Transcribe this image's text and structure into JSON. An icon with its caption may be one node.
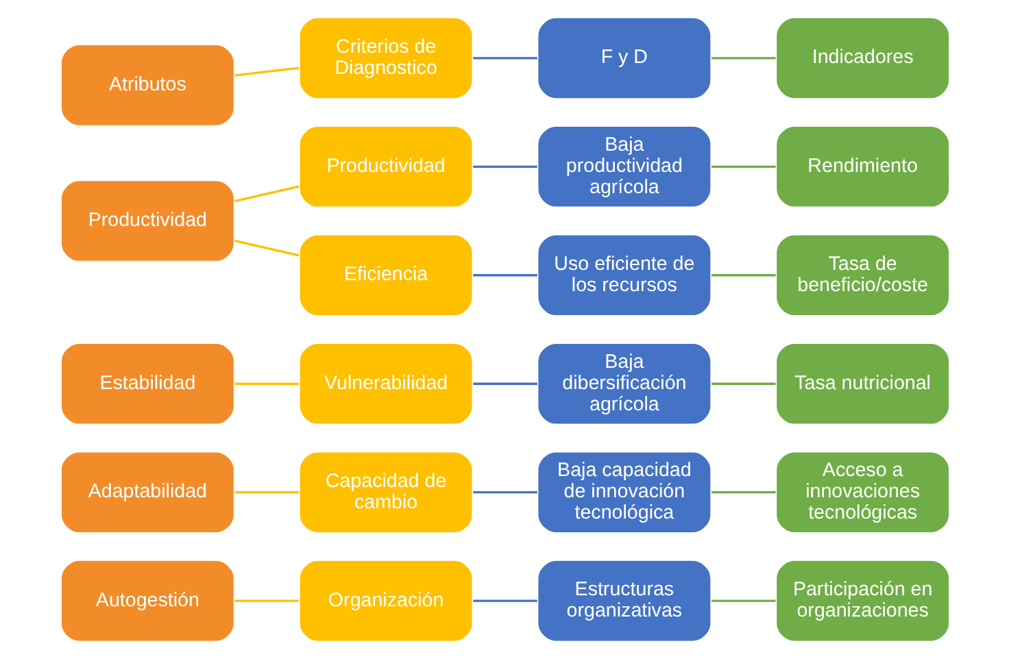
{
  "diagram": {
    "nodes": [
      {
        "text": [
          "Atributos"
        ]
      },
      {
        "text": [
          "Criterios de Diagnostico"
        ]
      },
      {
        "text": [
          "F y D"
        ]
      },
      {
        "text": [
          "Indicadores"
        ]
      },
      {
        "text": [
          "Productividad"
        ]
      },
      {
        "text": [
          "Productividad"
        ]
      },
      {
        "text": [
          "Baja productividad agrícola"
        ]
      },
      {
        "text": [
          "Rendimiento"
        ]
      },
      {
        "text": [
          "Eficiencia"
        ]
      },
      {
        "text": [
          "Uso eficiente de los recursos"
        ]
      },
      {
        "text": [
          "Tasa de beneficio/coste"
        ]
      },
      {
        "text": [
          "Estabilidad"
        ]
      },
      {
        "text": [
          "Vulnerabilidad"
        ]
      },
      {
        "text": [
          "Baja dibersificación agrícola"
        ]
      },
      {
        "text": [
          "Tasa nutricional"
        ]
      },
      {
        "text": [
          "Adaptabilidad"
        ]
      },
      {
        "text": [
          "Capacidad de cambio"
        ]
      },
      {
        "text": [
          "Baja capacidad de innovación tecnológica"
        ]
      },
      {
        "text": [
          "Acceso a innovaciones tecnológicas"
        ]
      },
      {
        "text": [
          "Autogestión"
        ]
      },
      {
        "text": [
          "Organización"
        ]
      },
      {
        "text": [
          "Estructuras organizativas"
        ]
      },
      {
        "text": [
          "Participación en organizaciones"
        ]
      }
    ],
    "edges": [
      {
        "from": 0,
        "to": 1,
        "arrow": "none",
        "color": "#ffc000"
      },
      {
        "from": 1,
        "to": 2,
        "arrow": "none",
        "color": "#4472c4"
      },
      {
        "from": 2,
        "to": 3,
        "arrow": "none",
        "color": "#70ad47"
      },
      {
        "from": 4,
        "to": 5,
        "arrow": "none",
        "color": "#ffc000"
      },
      {
        "from": 4,
        "to": 8,
        "arrow": "none",
        "color": "#ffc000"
      },
      {
        "from": 5,
        "to": 6,
        "arrow": "none",
        "color": "#4472c4"
      },
      {
        "from": 6,
        "to": 7,
        "arrow": "none",
        "color": "#70ad47"
      },
      {
        "from": 8,
        "to": 9,
        "arrow": "none",
        "color": "#4472c4"
      },
      {
        "from": 9,
        "to": 10,
        "arrow": "none",
        "color": "#70ad47"
      },
      {
        "from": 11,
        "to": 12,
        "arrow": "none",
        "color": "#ffc000"
      },
      {
        "from": 12,
        "to": 13,
        "arrow": "none",
        "color": "#4472c4"
      },
      {
        "from": 13,
        "to": 14,
        "arrow": "none",
        "color": "#70ad47"
      },
      {
        "from": 15,
        "to": 16,
        "arrow": "none",
        "color": "#ffc000"
      },
      {
        "from": 16,
        "to": 17,
        "arrow": "none",
        "color": "#4472c4"
      },
      {
        "from": 17,
        "to": 18,
        "arrow": "none",
        "color": "#70ad47"
      },
      {
        "from": 19,
        "to": 20,
        "arrow": "none",
        "color": "#ffc000"
      },
      {
        "from": 20,
        "to": 21,
        "arrow": "none",
        "color": "#4472c4"
      },
      {
        "from": 21,
        "to": 22,
        "arrow": "none",
        "color": "#70ad47"
      }
    ]
  }
}
